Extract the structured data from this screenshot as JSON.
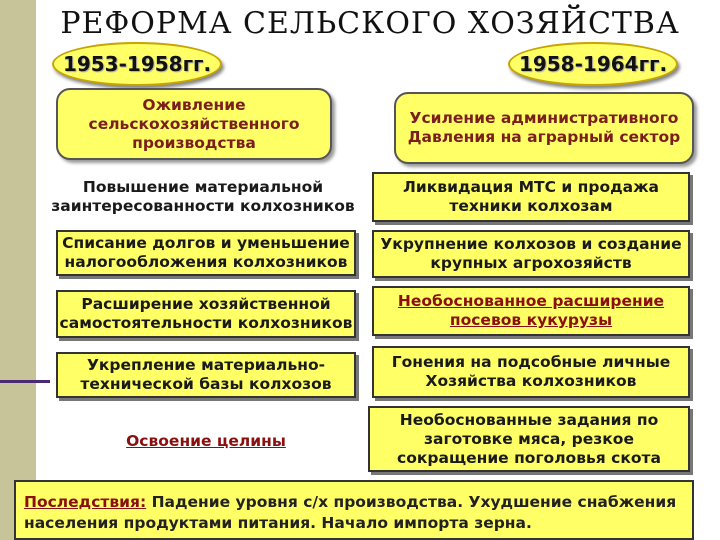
{
  "title": "РЕФОРМА СЕЛЬСКОГО ХОЗЯЙСТВА",
  "periods": {
    "left": "1953-1958гг.",
    "right": "1958-1964гг."
  },
  "left_column": {
    "heading": "Оживление сельскохозяйственного производства",
    "items": [
      "Повышение материальной заинтересованности колхозников",
      "Списание долгов и уменьшение налогообложения колхозников",
      "Расширение хозяйственной самостоятельности колхозников",
      "Укрепление материально-технической базы колхозов",
      "Освоение целины"
    ]
  },
  "right_column": {
    "heading": "Усиление административного Давления на аграрный сектор",
    "items": [
      "Ликвидация МТС и продажа техники колхозам",
      "Укрупнение колхозов и создание крупных агрохозяйств",
      "Необоснованное расширение посевов кукурузы",
      "Гонения на подсобные личные Хозяйства колхозников",
      "Необоснованные задания по заготовке мяса, резкое сокращение поголовья скота"
    ]
  },
  "consequences": {
    "label": "Последствия:",
    "text": " Падение уровня с/х производства. Ухудшение снабжения населения продуктами питания. Начало импорта зерна."
  },
  "colors": {
    "box_fill": "#ffff66",
    "side_bar": "#c8c49a",
    "accent_text": "#8a1010"
  }
}
